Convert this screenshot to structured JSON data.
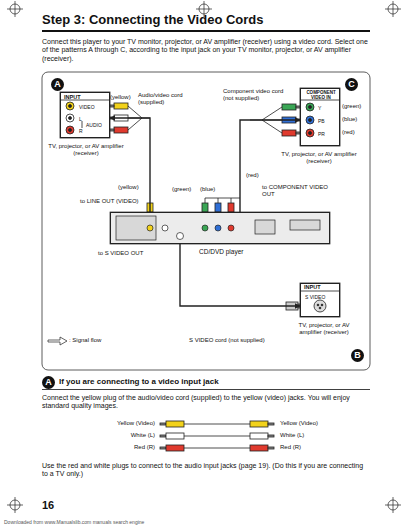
{
  "diagram": {
    "title": "Step 3: Connecting the Video Cords",
    "nodes": [
      {
        "text": [
          "INPUT",
          "VIDEO",
          "L",
          "AUDIO",
          "R",
          "TV, projector, or AV amplifier (receiver)"
        ]
      },
      {
        "text": [
          "COMPONENT VIDEO IN",
          "Y",
          "PB",
          "PR",
          "TV, projector, or AV amplifier (receiver)"
        ]
      },
      {
        "text": [
          "CD/DVD player"
        ]
      },
      {
        "text": [
          "INPUT",
          "S VIDEO",
          "TV, projector, or AV amplifier (receiver)"
        ]
      }
    ],
    "edges": [
      {
        "from": 2,
        "to": 0,
        "arrow": "to",
        "label": "Audio/video cord (supplied)"
      },
      {
        "from": 2,
        "to": 1,
        "arrow": "to",
        "label": "Component video cord (not supplied)"
      },
      {
        "from": 2,
        "to": 3,
        "arrow": "to",
        "label": "S VIDEO cord (not supplied)"
      }
    ],
    "labels": [
      "Connect this player to your TV monitor, projector, or AV amplifier (receiver) using a video cord. Select one of the patterns A through C, according to the input jack on your TV monitor, projector, or AV amplifier (receiver).",
      "A",
      "C",
      "(yellow)",
      "(green)",
      "(blue)",
      "(red)",
      "(red)",
      "to COMPONENT VIDEO OUT",
      "(yellow)",
      "(green)",
      "(blue)",
      "to LINE OUT (VIDEO)",
      "to S VIDEO OUT",
      "B",
      "A",
      "If you are connecting to a video input jack",
      "Connect the yellow plug of the audio/video cord (supplied) to the yellow (video) jacks. You will enjoy standard quality images.",
      "Yellow (Video)",
      "White (L)",
      "Red (R)",
      "Yellow (Video)",
      "White (L)",
      "Red (R)",
      "Use the red and white plugs to connect to the audio input jacks (page 19). (Do this if you are connecting to a TV only.)",
      "16",
      "Downloaded from www.Manualslib.com manuals search engine"
    ],
    "legend": [
      {
        "text": ": Signal flow"
      }
    ]
  }
}
